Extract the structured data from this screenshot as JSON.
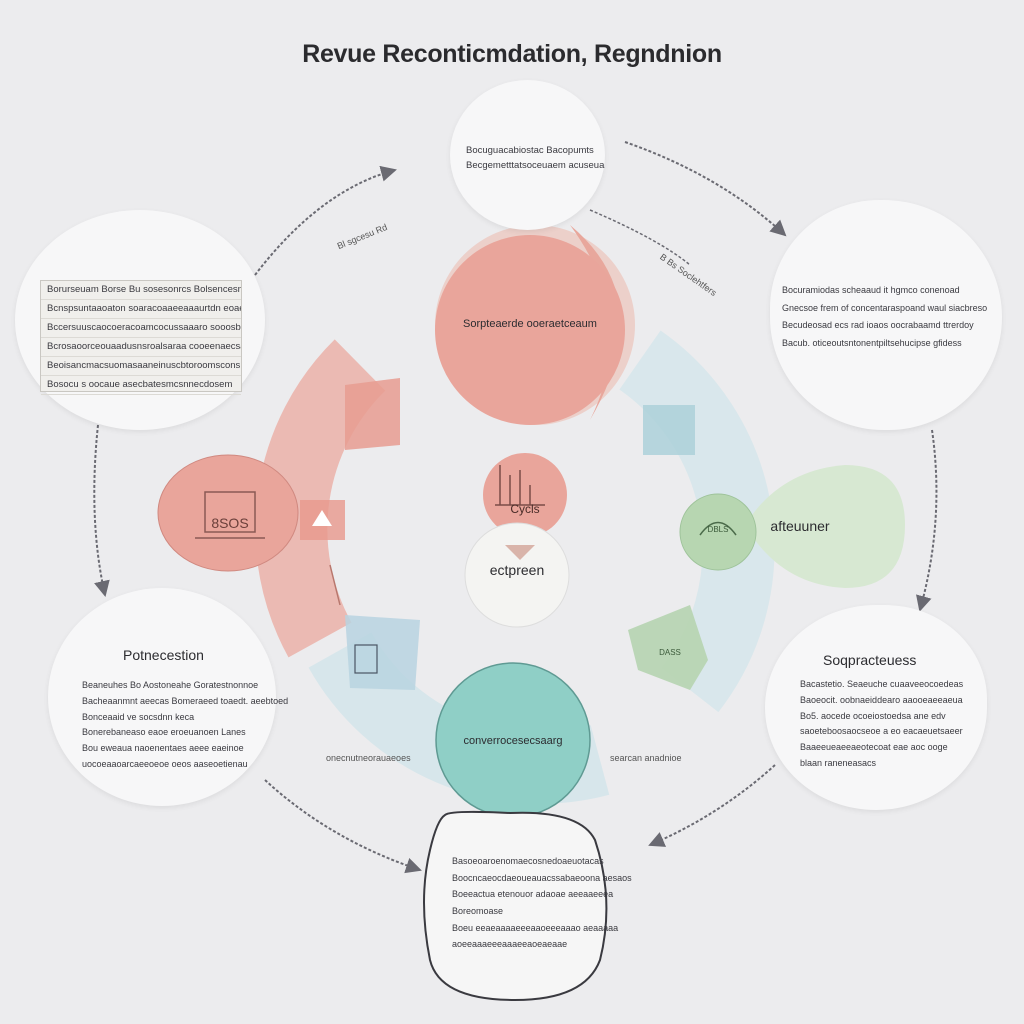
{
  "title": "Revue Reconticmdation, Regndnion",
  "top_note": {
    "lines": [
      "Bocuguacabiostac Bacopumts",
      "Becgemetttatsoceuaem acuseua"
    ]
  },
  "upper_left_arrow_label": "Bl sgcesu Rd",
  "upper_right_arrow_label": "B Bs Soclehtfers",
  "right_note": {
    "lines": [
      "Bocuramiodas scheaaud it hgmco conenoad",
      "Gnecsoe frem of concentaraspoand waul siacbreso",
      "Becudeosad ecs rad ioaos oocrabaamd ttrerdoy",
      "Bacub. oticeoutsntonentpiltsehucipse gfidess"
    ]
  },
  "box_lines": [
    "Borurseuam Borse Bu sosesonrcs Bolsencesm",
    "Bcnspsuntaaoaton soaracoaaeeaaaurtdn eoaea",
    "Bccersuuscaocoeracoamcocussaaaro sooosbcsin",
    "Bcrosaoorceouaadusnsroalsaraa cooeenaecsaer",
    "Beoisancmacsuomasaaneinuscbtoroomscons",
    "Bosocu s oocaue asecbatesmcsnnecdosem"
  ],
  "top_circle_label": "Sorpteaerde ooeraetceaum",
  "left_icon_label": "8SOS",
  "center_top_label": "Cycls",
  "center_bottom_label": "ectpreen",
  "right_green_label": "afteuuner",
  "green_icon_label": "DBLS",
  "green_tag_label": "DASS",
  "bottom_circle_label": "converrocesecsaarg",
  "bottom_left_arrow_label": "onecnutneorauaeoes",
  "bottom_right_arrow_label": "searcan anadnioe",
  "left_bubble": {
    "title": "Potnecestion",
    "lines": [
      "Beaneuhes Bo Aostoneahe Goratestnonnoe",
      "Bacheaanmnt aeecas Bomeraeed toaedt. aeebtoed",
      "Bonceaaid ve socsdnn keca",
      "Bonerebaneaso eaoe eroeuanoen Lanes",
      "Bou eweaua naoenentaes aeee eaeinoe",
      "uocoeaaoarcaeeoeoe oeos aaseoetienau"
    ]
  },
  "right_bubble": {
    "title": "Soqpracteuess",
    "lines": [
      "Bacastetio. Seaeuche cuaaveeocoedeas",
      "Baoeocit. oobnaeiddearo aaooeaeeaeua",
      "Bo5. aocede ocoeiostoedsa ane edv",
      "saoeteboosaocseoe a eo eacaeuetsaeer",
      "Baaeeueaeeaeotecoat eae aoc ooge",
      "blaan raneneasacs"
    ]
  },
  "bottom_bubble": {
    "lines": [
      "Basoeoaroenomaecosnedoaeuotacas",
      "Boocncaeocdaeoueauacssabaeoona aesaos",
      "Boeeactua etenouor adaoae aeeaaeeea",
      "Boreomoase",
      "Boeu eeaeaaaaeeeaaoeeeaaao aeaaaaa",
      "aoeeaaaeeeaaaeeaoeaeaae"
    ]
  },
  "colors": {
    "coral": "#e9a59b",
    "teal": "#8fcfc6",
    "green": "#c7dfc1",
    "pale_blue": "#d5e6ea",
    "background": "#ececee"
  }
}
